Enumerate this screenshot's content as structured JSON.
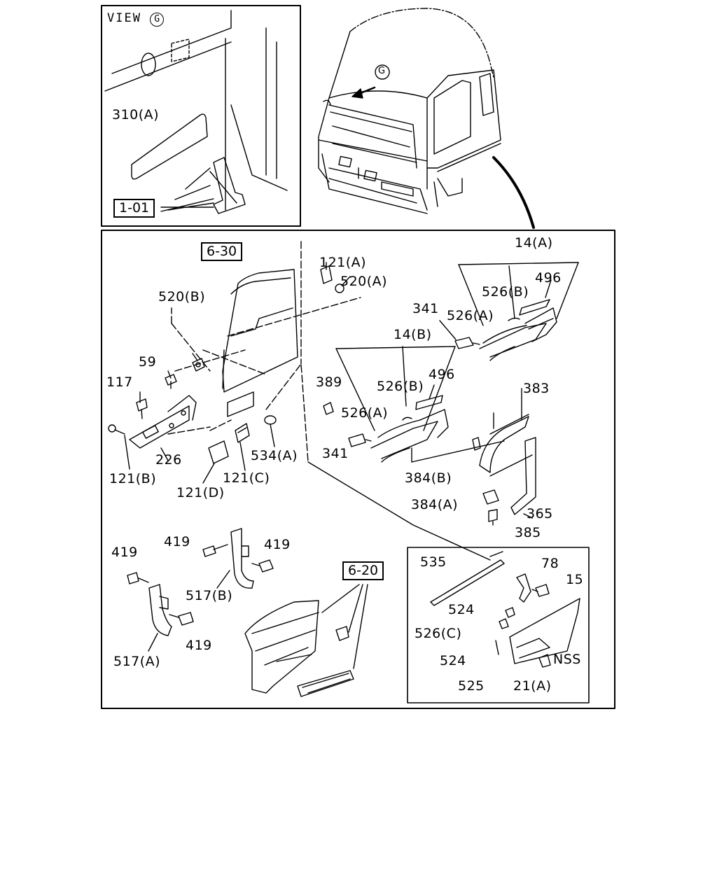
{
  "view_title": "VIEW",
  "view_marker": "G",
  "cab_marker": "G",
  "refs": {
    "r1_01": "1-01",
    "r6_30": "6-30",
    "r6_20": "6-20"
  },
  "labels": {
    "p310a": "310(A)",
    "p121a": "121(A)",
    "p520a": "520(A)",
    "p520b": "520(B)",
    "p59": "59",
    "p117": "117",
    "p226": "226",
    "p121b": "121(B)",
    "p121c": "121(C)",
    "p121d": "121(D)",
    "p534a": "534(A)",
    "p14a": "14(A)",
    "p526b_1": "526(B)",
    "p496_1": "496",
    "p341_1": "341",
    "p526a_1": "526(A)",
    "p14b": "14(B)",
    "p389": "389",
    "p526b_2": "526(B)",
    "p496_2": "496",
    "p526a_2": "526(A)",
    "p341_2": "341",
    "p383": "383",
    "p384b": "384(B)",
    "p384a": "384(A)",
    "p365": "365",
    "p385": "385",
    "p419_1": "419",
    "p419_2": "419",
    "p419_3": "419",
    "p419_4": "419",
    "p517b": "517(B)",
    "p517a": "517(A)",
    "p535": "535",
    "p78": "78",
    "p15": "15",
    "p524_1": "524",
    "p526c": "526(C)",
    "p524_2": "524",
    "p525": "525",
    "p21a": "21(A)",
    "pnss": "NSS"
  }
}
